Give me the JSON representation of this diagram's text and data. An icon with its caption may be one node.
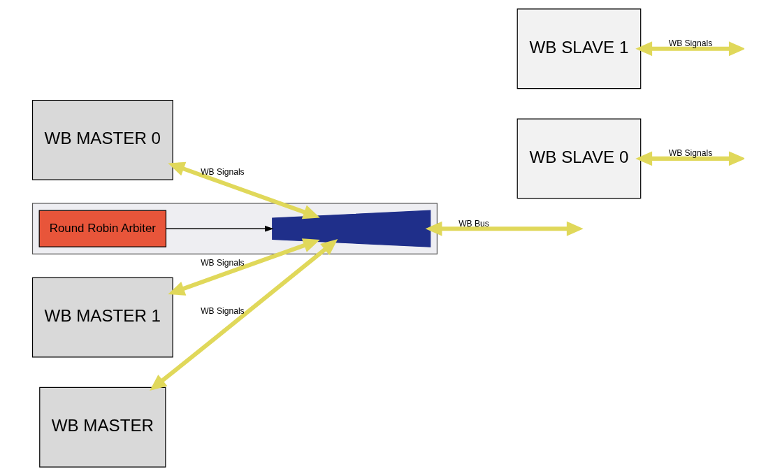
{
  "diagram": {
    "nodes": [
      {
        "text": [
          "WB MASTER 0"
        ]
      },
      {
        "text": [
          "WB MASTER 1"
        ]
      },
      {
        "text": [
          "WB MASTER"
        ]
      },
      {
        "text": [],
        "shape": "box"
      },
      {
        "text": [
          "Round Robin Arbiter"
        ],
        "in": 3
      },
      {
        "text": [],
        "shape": "trapezoid",
        "in": 3
      },
      {
        "text": [
          "WB SLAVE 0"
        ]
      },
      {
        "text": [
          "WB SLAVE 1"
        ]
      }
    ],
    "edges": [
      {
        "from": 0,
        "to": 5,
        "arrow": "both",
        "label": "WB Signals"
      },
      {
        "from": 1,
        "to": 5,
        "arrow": "both",
        "label": "WB Signals"
      },
      {
        "from": 2,
        "to": 5,
        "arrow": "both",
        "label": "WB Signals"
      },
      {
        "from": 4,
        "to": 5,
        "arrow": "to",
        "color": "#000000"
      },
      {
        "from": 5,
        "to": null,
        "arrow": "both",
        "label": "WB Bus"
      },
      {
        "from": 6,
        "to": null,
        "arrow": "both",
        "label": "WB Signals"
      },
      {
        "from": 7,
        "to": null,
        "arrow": "both",
        "label": "WB Signals"
      }
    ]
  }
}
